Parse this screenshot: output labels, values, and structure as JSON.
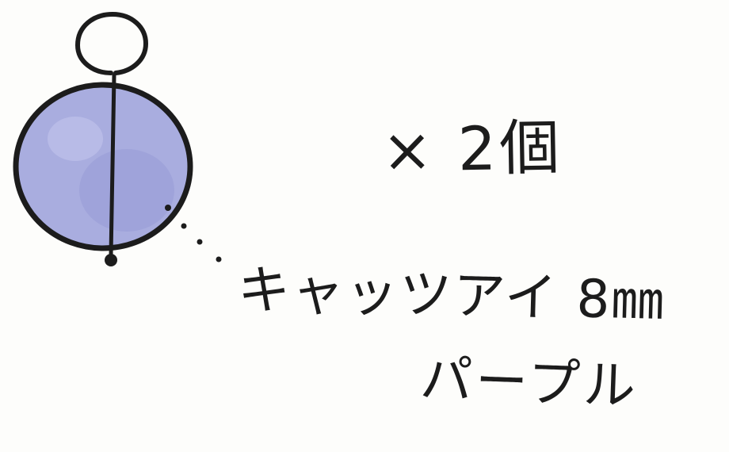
{
  "labels": {
    "quantity": "× 2個",
    "part_name": "キャッツアイ 8㎜",
    "part_color": "パープル"
  },
  "colors": {
    "bead_fill": "#a9addf",
    "bead_shade": "#8d92d0",
    "ink": "#1c1c1c"
  },
  "icons": {
    "bead": "cats-eye-bead-with-loop"
  }
}
